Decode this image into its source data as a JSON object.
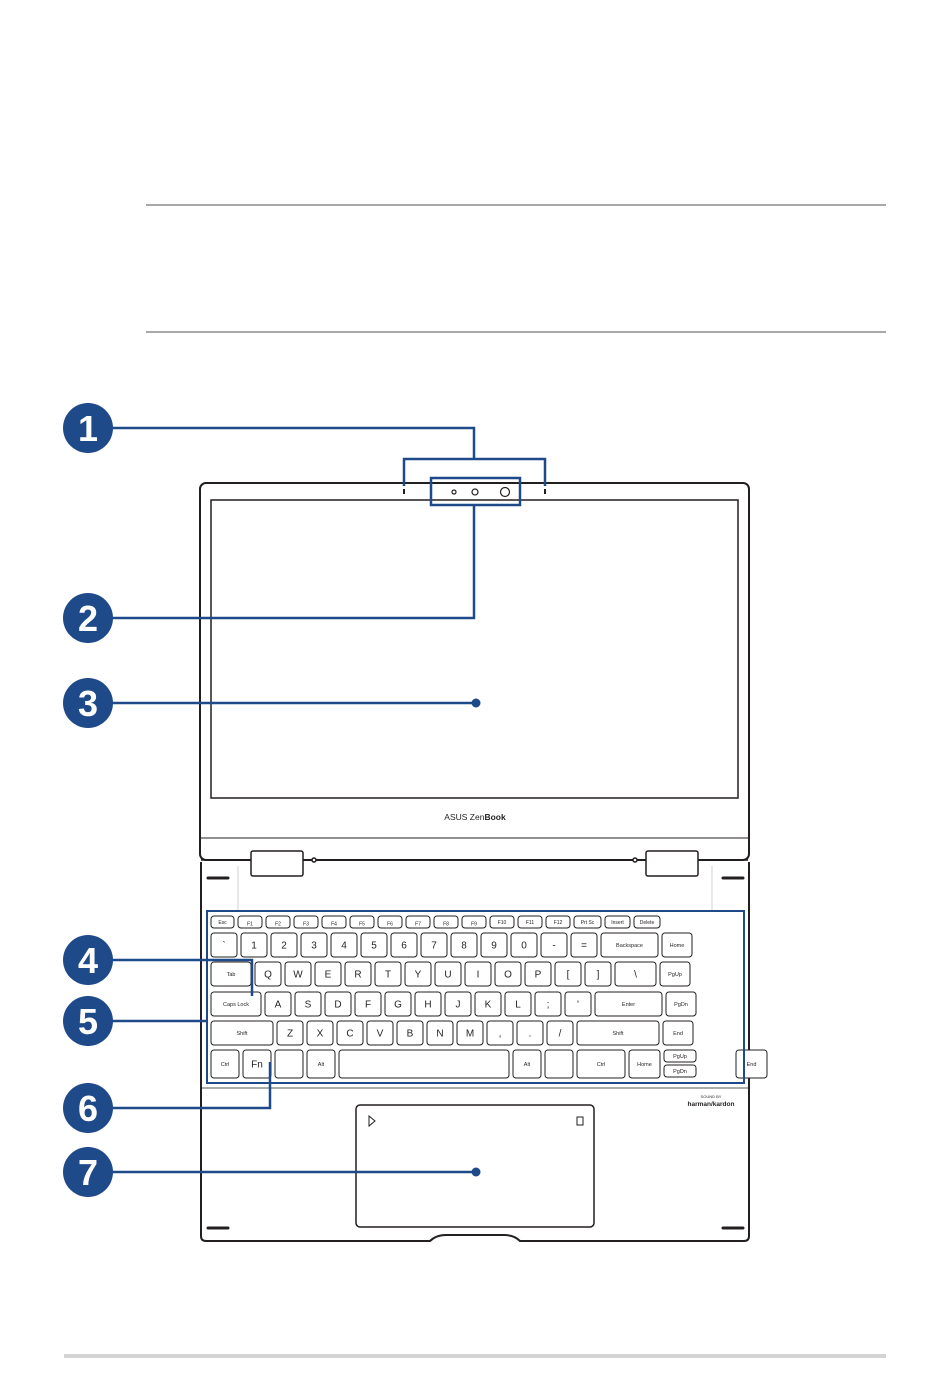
{
  "brand": {
    "prefix": "ASUS Zen",
    "suffix": "Book"
  },
  "speaker_brand": {
    "small": "SOUND BY",
    "name": "harman/kardon"
  },
  "callouts": [
    "1",
    "2",
    "3",
    "4",
    "5",
    "6",
    "7"
  ],
  "accent_color": "#1e4a8a",
  "keyboard": {
    "rows": [
      [
        {
          "l": "Esc"
        },
        {
          "l": "F1"
        },
        {
          "l": "F2"
        },
        {
          "l": "F3"
        },
        {
          "l": "F4"
        },
        {
          "l": "F5"
        },
        {
          "l": "F6"
        },
        {
          "l": "F7"
        },
        {
          "l": "F8"
        },
        {
          "l": "F9"
        },
        {
          "l": "F10"
        },
        {
          "l": "F11"
        },
        {
          "l": "F12"
        },
        {
          "l": "Prt Sc"
        },
        {
          "l": "Insert"
        },
        {
          "l": "Delete"
        }
      ],
      [
        {
          "l": "`"
        },
        {
          "l": "1"
        },
        {
          "l": "2"
        },
        {
          "l": "3"
        },
        {
          "l": "4"
        },
        {
          "l": "5"
        },
        {
          "l": "6"
        },
        {
          "l": "7"
        },
        {
          "l": "8"
        },
        {
          "l": "9"
        },
        {
          "l": "0"
        },
        {
          "l": "-"
        },
        {
          "l": "="
        },
        {
          "l": "Backspace"
        },
        {
          "l": "Home"
        }
      ],
      [
        {
          "l": "Tab"
        },
        {
          "l": "Q"
        },
        {
          "l": "W"
        },
        {
          "l": "E"
        },
        {
          "l": "R"
        },
        {
          "l": "T"
        },
        {
          "l": "Y"
        },
        {
          "l": "U"
        },
        {
          "l": "I"
        },
        {
          "l": "O"
        },
        {
          "l": "P"
        },
        {
          "l": "["
        },
        {
          "l": "]"
        },
        {
          "l": "\\"
        },
        {
          "l": "PgUp"
        }
      ],
      [
        {
          "l": "Caps Lock"
        },
        {
          "l": "A"
        },
        {
          "l": "S"
        },
        {
          "l": "D"
        },
        {
          "l": "F"
        },
        {
          "l": "G"
        },
        {
          "l": "H"
        },
        {
          "l": "J"
        },
        {
          "l": "K"
        },
        {
          "l": "L"
        },
        {
          "l": ";"
        },
        {
          "l": "'"
        },
        {
          "l": "Enter"
        },
        {
          "l": "PgDn"
        }
      ],
      [
        {
          "l": "Shift"
        },
        {
          "l": "Z"
        },
        {
          "l": "X"
        },
        {
          "l": "C"
        },
        {
          "l": "V"
        },
        {
          "l": "B"
        },
        {
          "l": "N"
        },
        {
          "l": "M"
        },
        {
          "l": ","
        },
        {
          "l": "."
        },
        {
          "l": "/"
        },
        {
          "l": "Shift"
        },
        {
          "l": "End"
        }
      ],
      [
        {
          "l": "Ctrl"
        },
        {
          "l": "Fn"
        },
        {
          "l": ""
        },
        {
          "l": "Alt"
        },
        {
          "l": ""
        },
        {
          "l": "Alt"
        },
        {
          "l": ""
        },
        {
          "l": "Ctrl"
        },
        {
          "l": "Home"
        },
        {
          "l": "PgUp"
        },
        {
          "l": "PgDn"
        },
        {
          "l": "End"
        }
      ]
    ]
  }
}
